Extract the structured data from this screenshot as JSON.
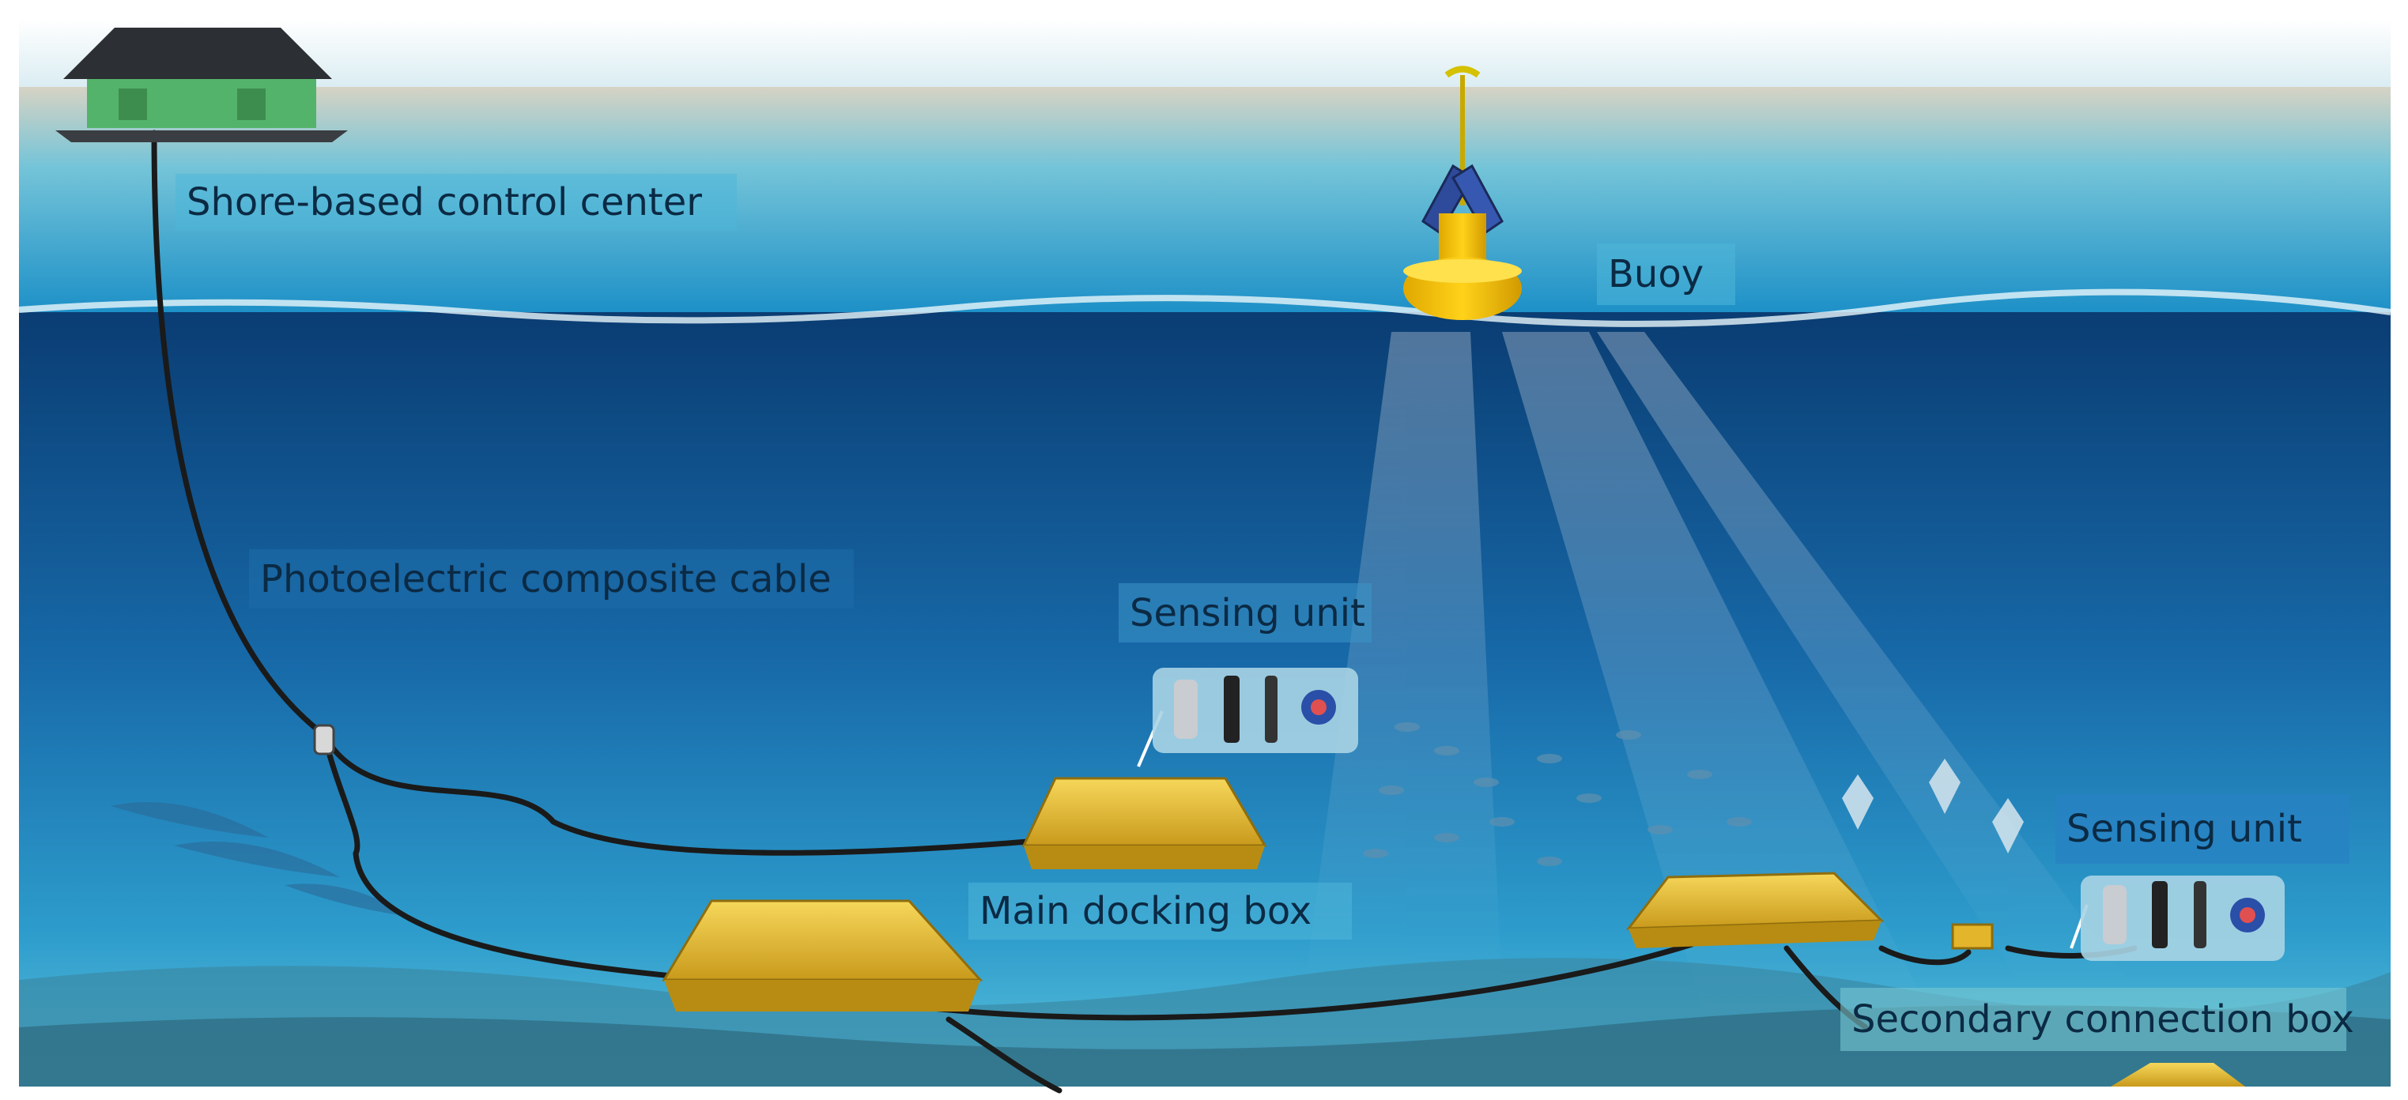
{
  "labels": {
    "shore": "Shore-based control center",
    "buoy": "Buoy",
    "cable": "Photoelectric composite cable",
    "sensing_top": "Sensing unit",
    "sensing_right": "Sensing unit",
    "main_box": "Main docking box",
    "secondary_box": "Secondary connection box"
  },
  "colors": {
    "label_bg": "#4fb6d8",
    "box_yellow": "#e8bb2e",
    "buoy_yellow": "#f2c200",
    "cable": "#1a1a1a",
    "water_deep": "#0b4c86",
    "water_surface": "#3fa9d6",
    "sky": "#e6f2f6"
  }
}
